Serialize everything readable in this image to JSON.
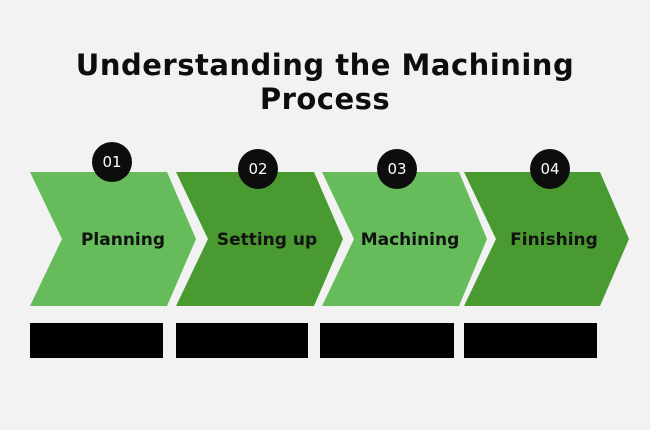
{
  "title": {
    "line1": "Understanding the Machining",
    "line2": "Process"
  },
  "colors": {
    "background": "#f2f2f2",
    "light_green": "#66bb5a",
    "dark_green": "#4a9a32",
    "badge": "#0d0d0d",
    "bar": "#000000"
  },
  "steps": [
    {
      "number": "01",
      "label": "Planning",
      "shade": "light"
    },
    {
      "number": "02",
      "label": "Setting up",
      "shade": "dark"
    },
    {
      "number": "03",
      "label": "Machining",
      "shade": "light"
    },
    {
      "number": "04",
      "label": "Finishing",
      "shade": "dark"
    }
  ]
}
